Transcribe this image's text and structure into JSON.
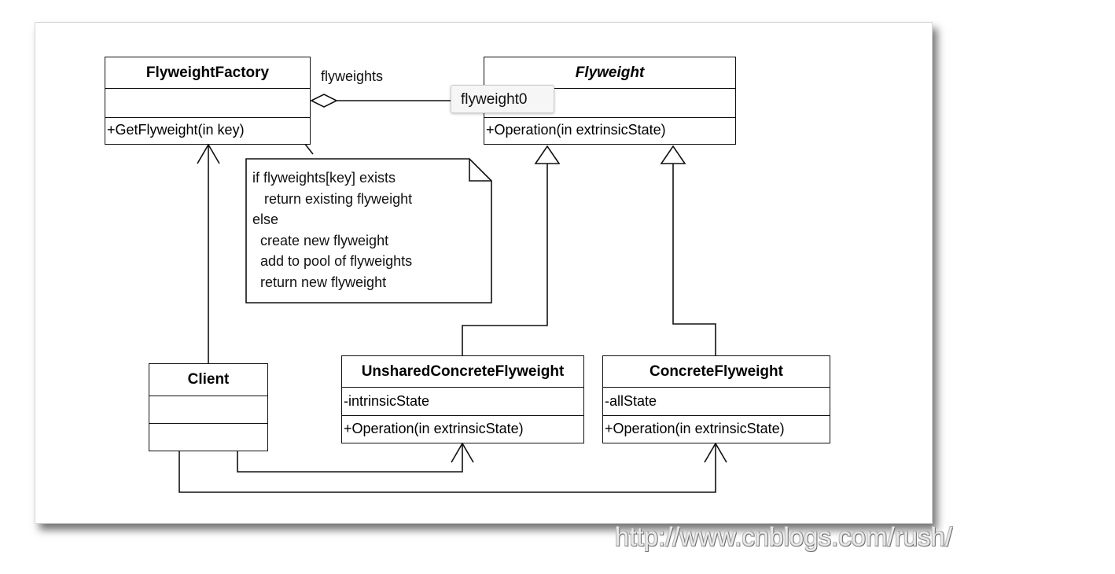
{
  "classes": {
    "factory": {
      "name": "FlyweightFactory",
      "attributes": "",
      "operations": "+GetFlyweight(in key)"
    },
    "flyweight": {
      "name": "Flyweight",
      "attributes": "",
      "operations": "+Operation(in extrinsicState)"
    },
    "unshared": {
      "name": "UnsharedConcreteFlyweight",
      "attributes": "-intrinsicState",
      "operations": "+Operation(in extrinsicState)"
    },
    "concrete": {
      "name": "ConcreteFlyweight",
      "attributes": "-allState",
      "operations": "+Operation(in extrinsicState)"
    },
    "client": {
      "name": "Client",
      "attributes": "",
      "operations": ""
    }
  },
  "association_label": "flyweights",
  "tooltip": "flyweight0",
  "note": {
    "lines": [
      "if flyweights[key] exists",
      "   return existing flyweight",
      "else",
      "  create new flyweight",
      "  add to pool of flyweights",
      "  return new flyweight"
    ]
  },
  "watermark": "http://www.cnblogs.com/rush/",
  "colors": {
    "line": "#111111",
    "tooltip_bg": "#f6f6f6"
  }
}
